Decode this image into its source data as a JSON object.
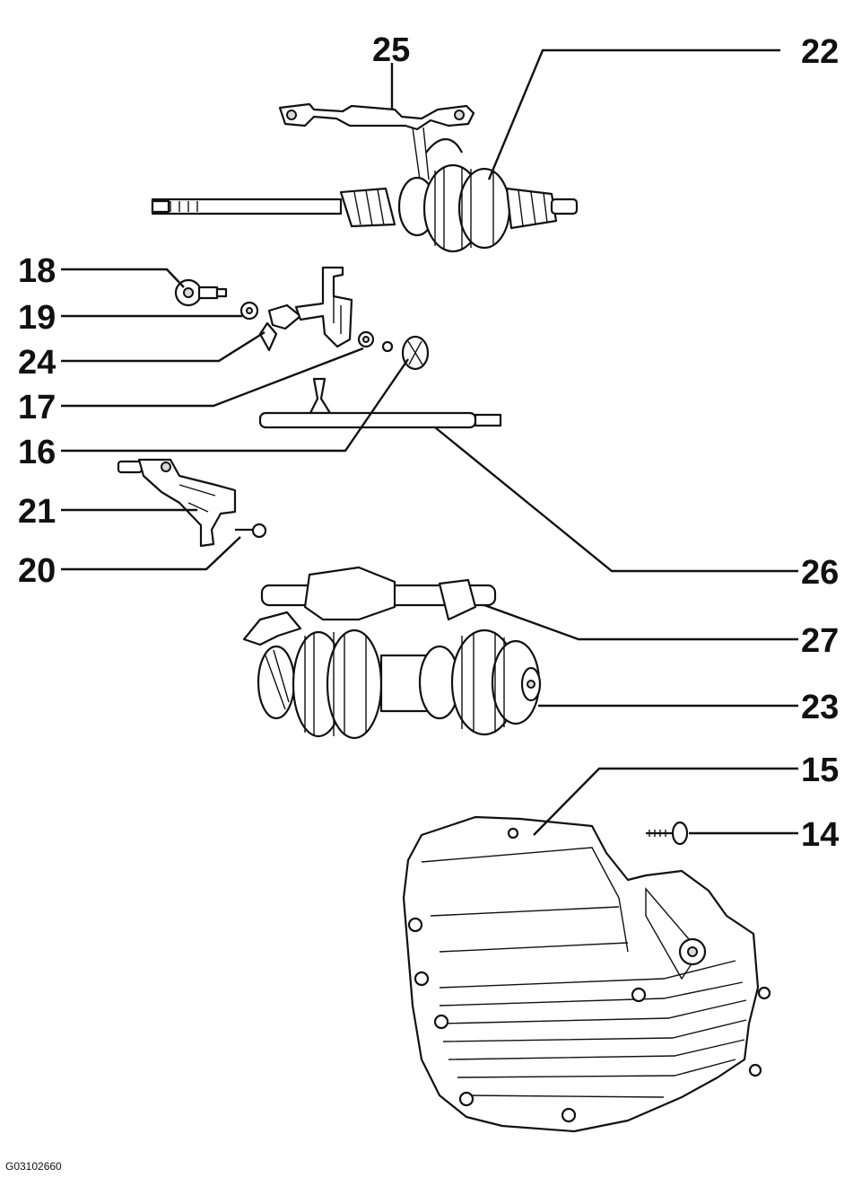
{
  "figure": {
    "id": "G03102660"
  },
  "callouts": {
    "c14": "14",
    "c15": "15",
    "c16": "16",
    "c17": "17",
    "c18": "18",
    "c19": "19",
    "c20": "20",
    "c21": "21",
    "c22": "22",
    "c23": "23",
    "c24": "24",
    "c25": "25",
    "c26": "26",
    "c27": "27"
  }
}
